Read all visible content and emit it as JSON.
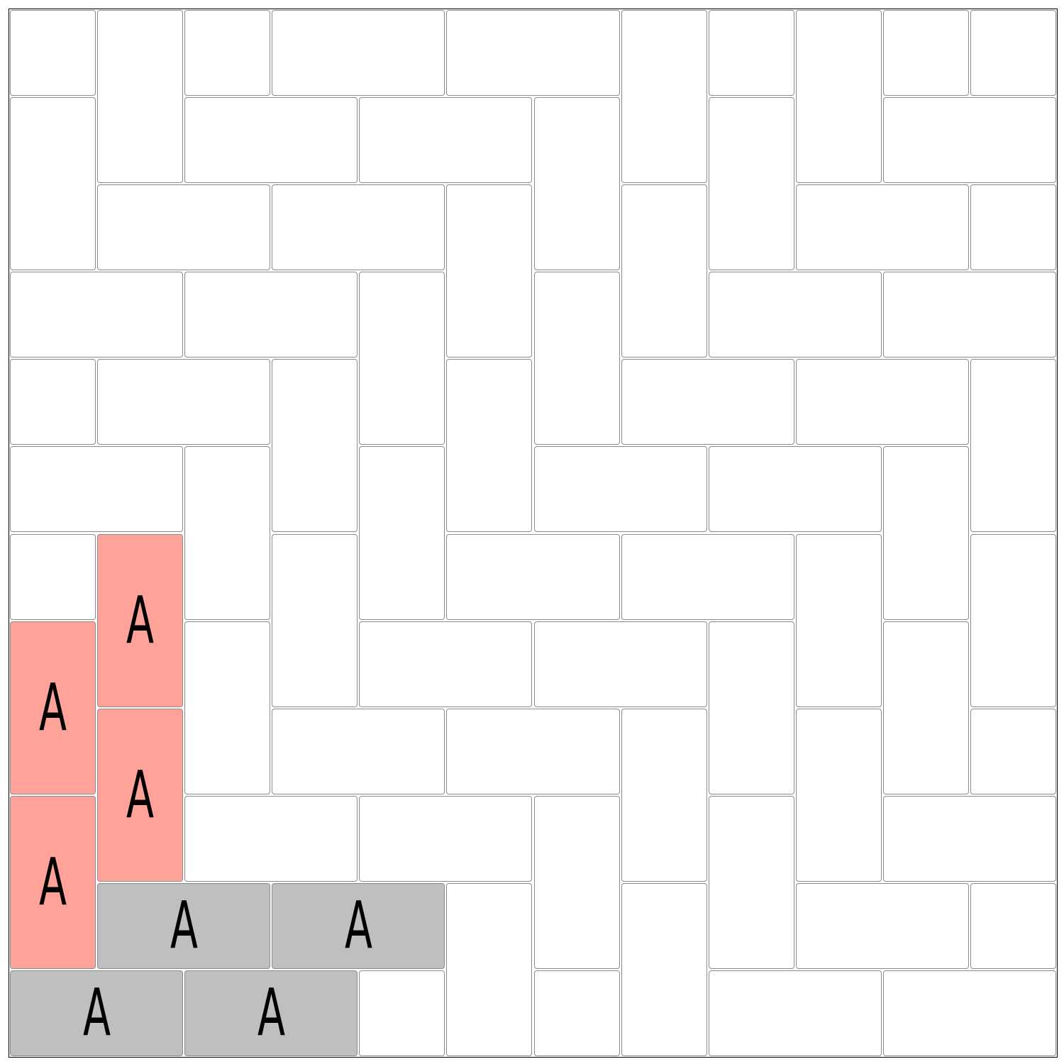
{
  "board": {
    "rows": 12,
    "cols": 12,
    "colors": {
      "empty": "#ffffff",
      "red": "#ffa39a",
      "gray": "#bfbfbf"
    },
    "tiles": [
      {
        "r": 0,
        "c": 0,
        "w": 1,
        "h": 1
      },
      {
        "r": 0,
        "c": 1,
        "w": 1,
        "h": 2
      },
      {
        "r": 0,
        "c": 2,
        "w": 1,
        "h": 1
      },
      {
        "r": 0,
        "c": 3,
        "w": 2,
        "h": 1
      },
      {
        "r": 0,
        "c": 5,
        "w": 2,
        "h": 1
      },
      {
        "r": 0,
        "c": 7,
        "w": 1,
        "h": 2
      },
      {
        "r": 0,
        "c": 8,
        "w": 1,
        "h": 1
      },
      {
        "r": 0,
        "c": 9,
        "w": 1,
        "h": 2
      },
      {
        "r": 0,
        "c": 10,
        "w": 1,
        "h": 1
      },
      {
        "r": 0,
        "c": 11,
        "w": 1,
        "h": 1
      },
      {
        "r": 1,
        "c": 0,
        "w": 1,
        "h": 2
      },
      {
        "r": 1,
        "c": 2,
        "w": 2,
        "h": 1
      },
      {
        "r": 1,
        "c": 4,
        "w": 2,
        "h": 1
      },
      {
        "r": 1,
        "c": 6,
        "w": 1,
        "h": 2
      },
      {
        "r": 1,
        "c": 8,
        "w": 1,
        "h": 2
      },
      {
        "r": 1,
        "c": 10,
        "w": 2,
        "h": 1
      },
      {
        "r": 2,
        "c": 1,
        "w": 2,
        "h": 1
      },
      {
        "r": 2,
        "c": 3,
        "w": 2,
        "h": 1
      },
      {
        "r": 2,
        "c": 5,
        "w": 1,
        "h": 2
      },
      {
        "r": 2,
        "c": 7,
        "w": 1,
        "h": 2
      },
      {
        "r": 2,
        "c": 9,
        "w": 2,
        "h": 1
      },
      {
        "r": 2,
        "c": 11,
        "w": 1,
        "h": 1
      },
      {
        "r": 3,
        "c": 0,
        "w": 2,
        "h": 1
      },
      {
        "r": 3,
        "c": 2,
        "w": 2,
        "h": 1
      },
      {
        "r": 3,
        "c": 4,
        "w": 1,
        "h": 2
      },
      {
        "r": 3,
        "c": 6,
        "w": 1,
        "h": 2
      },
      {
        "r": 3,
        "c": 8,
        "w": 2,
        "h": 1
      },
      {
        "r": 3,
        "c": 10,
        "w": 2,
        "h": 1
      },
      {
        "r": 4,
        "c": 0,
        "w": 1,
        "h": 1
      },
      {
        "r": 4,
        "c": 1,
        "w": 2,
        "h": 1
      },
      {
        "r": 4,
        "c": 3,
        "w": 1,
        "h": 2
      },
      {
        "r": 4,
        "c": 5,
        "w": 1,
        "h": 2
      },
      {
        "r": 4,
        "c": 7,
        "w": 2,
        "h": 1
      },
      {
        "r": 4,
        "c": 9,
        "w": 2,
        "h": 1
      },
      {
        "r": 4,
        "c": 11,
        "w": 1,
        "h": 2
      },
      {
        "r": 5,
        "c": 0,
        "w": 2,
        "h": 1
      },
      {
        "r": 5,
        "c": 2,
        "w": 1,
        "h": 2
      },
      {
        "r": 5,
        "c": 4,
        "w": 1,
        "h": 2
      },
      {
        "r": 5,
        "c": 6,
        "w": 2,
        "h": 1
      },
      {
        "r": 5,
        "c": 8,
        "w": 2,
        "h": 1
      },
      {
        "r": 5,
        "c": 10,
        "w": 1,
        "h": 2
      },
      {
        "r": 6,
        "c": 0,
        "w": 1,
        "h": 1
      },
      {
        "r": 6,
        "c": 1,
        "w": 1,
        "h": 2,
        "label": "A",
        "color": "red"
      },
      {
        "r": 6,
        "c": 3,
        "w": 1,
        "h": 2
      },
      {
        "r": 6,
        "c": 5,
        "w": 2,
        "h": 1
      },
      {
        "r": 6,
        "c": 7,
        "w": 2,
        "h": 1
      },
      {
        "r": 6,
        "c": 9,
        "w": 1,
        "h": 2
      },
      {
        "r": 6,
        "c": 11,
        "w": 1,
        "h": 2
      },
      {
        "r": 7,
        "c": 0,
        "w": 1,
        "h": 2,
        "label": "A",
        "color": "red"
      },
      {
        "r": 7,
        "c": 2,
        "w": 1,
        "h": 2
      },
      {
        "r": 7,
        "c": 4,
        "w": 2,
        "h": 1
      },
      {
        "r": 7,
        "c": 6,
        "w": 2,
        "h": 1
      },
      {
        "r": 7,
        "c": 8,
        "w": 1,
        "h": 2
      },
      {
        "r": 7,
        "c": 10,
        "w": 1,
        "h": 2
      },
      {
        "r": 8,
        "c": 1,
        "w": 1,
        "h": 2,
        "label": "A",
        "color": "red"
      },
      {
        "r": 8,
        "c": 3,
        "w": 2,
        "h": 1
      },
      {
        "r": 8,
        "c": 5,
        "w": 2,
        "h": 1
      },
      {
        "r": 8,
        "c": 7,
        "w": 1,
        "h": 2
      },
      {
        "r": 8,
        "c": 9,
        "w": 1,
        "h": 2
      },
      {
        "r": 8,
        "c": 11,
        "w": 1,
        "h": 1
      },
      {
        "r": 9,
        "c": 0,
        "w": 1,
        "h": 2,
        "label": "A",
        "color": "red"
      },
      {
        "r": 9,
        "c": 2,
        "w": 2,
        "h": 1
      },
      {
        "r": 9,
        "c": 4,
        "w": 2,
        "h": 1
      },
      {
        "r": 9,
        "c": 6,
        "w": 1,
        "h": 2
      },
      {
        "r": 9,
        "c": 8,
        "w": 1,
        "h": 2
      },
      {
        "r": 9,
        "c": 10,
        "w": 2,
        "h": 1
      },
      {
        "r": 10,
        "c": 1,
        "w": 2,
        "h": 1,
        "label": "A",
        "color": "gray"
      },
      {
        "r": 10,
        "c": 3,
        "w": 2,
        "h": 1,
        "label": "A",
        "color": "gray"
      },
      {
        "r": 10,
        "c": 5,
        "w": 1,
        "h": 2
      },
      {
        "r": 10,
        "c": 7,
        "w": 1,
        "h": 2
      },
      {
        "r": 10,
        "c": 9,
        "w": 2,
        "h": 1
      },
      {
        "r": 10,
        "c": 11,
        "w": 1,
        "h": 1
      },
      {
        "r": 11,
        "c": 0,
        "w": 2,
        "h": 1,
        "label": "A",
        "color": "gray"
      },
      {
        "r": 11,
        "c": 2,
        "w": 2,
        "h": 1,
        "label": "A",
        "color": "gray"
      },
      {
        "r": 11,
        "c": 4,
        "w": 1,
        "h": 1
      },
      {
        "r": 11,
        "c": 6,
        "w": 1,
        "h": 1
      },
      {
        "r": 11,
        "c": 8,
        "w": 2,
        "h": 1
      },
      {
        "r": 11,
        "c": 10,
        "w": 2,
        "h": 1
      }
    ]
  }
}
